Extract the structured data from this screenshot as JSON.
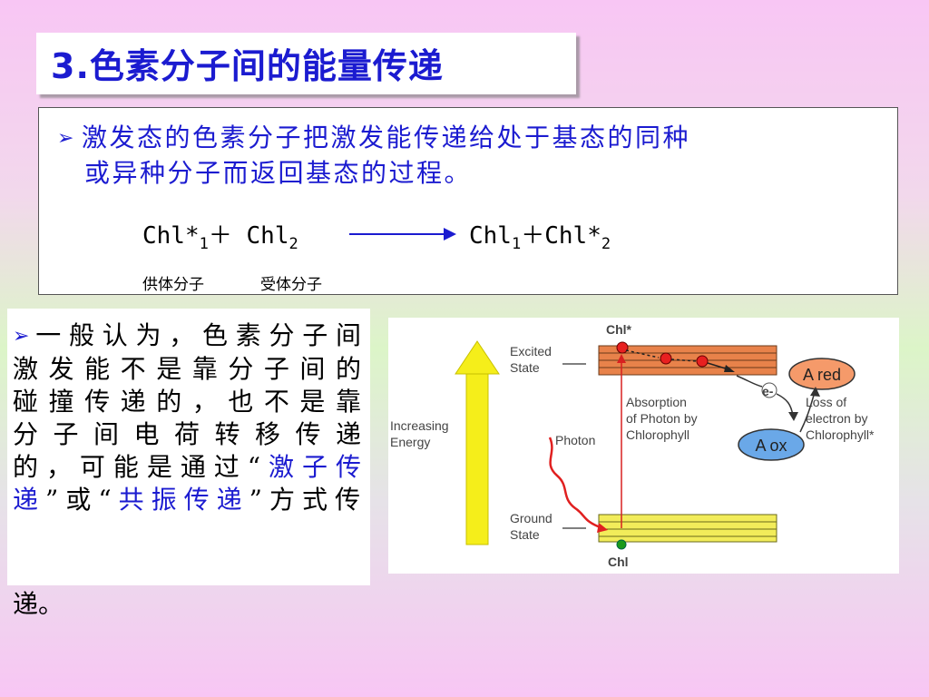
{
  "title": {
    "number": "3.",
    "text": "色素分子间的能量传递"
  },
  "definition": {
    "line1": "激发态的色素分子把激发能传递给处于基态的同种",
    "line2": "或异种分子而返回基态的过程。"
  },
  "equation": {
    "donor": "Chl*",
    "donor_sub": "1",
    "plus1": "＋ ",
    "acceptor": "Chl",
    "acceptor_sub": "2",
    "product1": "Chl",
    "product1_sub": "1",
    "plus2": "＋",
    "product2": "Chl*",
    "product2_sub": "2"
  },
  "labels": {
    "donor": "供体分子",
    "acceptor": "受体分子"
  },
  "paragraph": {
    "part1": "一般认为，色素分子间激发能不是靠分子间的碰撞传递的，也不是靠分子间电荷转移传递的，可能是通过“",
    "term1": "激子传递",
    "part2": "”或“",
    "term2": "共振传递",
    "part3": "”方式传",
    "last_line": "递。"
  },
  "diagram": {
    "chl_star": "Chl*",
    "chl": "Chl",
    "excited_state_1": "Excited",
    "excited_state_2": "State",
    "ground_state_1": "Ground",
    "ground_state_2": "State",
    "increasing_1": "Increasing",
    "increasing_2": "Energy",
    "photon": "Photon",
    "absorption_1": "Absorption",
    "absorption_2": "of Photon by",
    "absorption_3": "Chlorophyll",
    "electron": "e-",
    "a_red": "A red",
    "a_ox": "A ox",
    "loss_1": "Loss of",
    "loss_2": "electron by",
    "loss_3": "Chlorophyll*",
    "colors": {
      "excited_band": "#e8824a",
      "ground_band": "#f2ec5a",
      "arrow": "#f5ee1a",
      "a_red": "#f59a6a",
      "a_ox": "#6aa8e8"
    }
  }
}
